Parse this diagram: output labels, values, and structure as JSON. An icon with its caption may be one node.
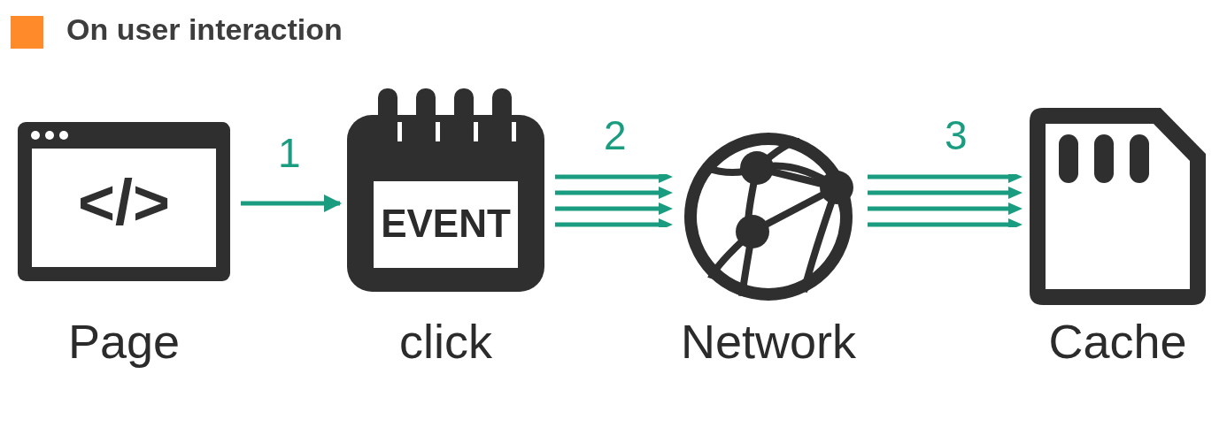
{
  "diagram": {
    "title": "On user interaction",
    "nodes": [
      {
        "text": [
          "</>",
          "Page"
        ]
      },
      {
        "text": [
          "EVENT",
          "click"
        ]
      },
      {
        "text": [
          "Network"
        ]
      },
      {
        "text": [
          "Cache"
        ]
      }
    ],
    "edges": [
      {
        "from": 0,
        "to": 1,
        "arrow": "to",
        "label": "1"
      },
      {
        "from": 1,
        "to": 2,
        "arrow": "to",
        "label": "2",
        "style": "thick"
      },
      {
        "from": 2,
        "to": 3,
        "arrow": "to",
        "label": "3",
        "style": "thick"
      }
    ]
  }
}
